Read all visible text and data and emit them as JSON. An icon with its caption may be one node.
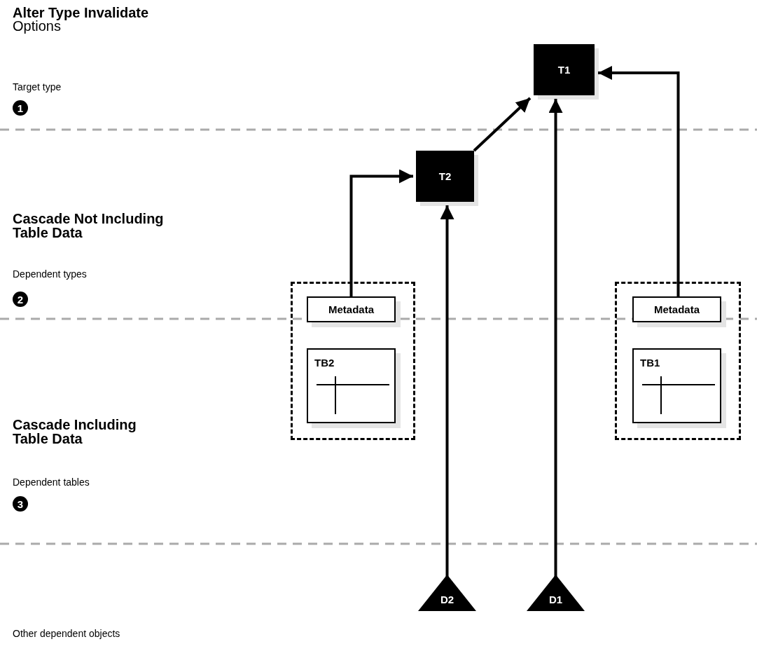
{
  "diagram": {
    "title": "Alter Type Invalidate",
    "nodes": [
      {
        "text": [
          "T1"
        ]
      },
      {
        "text": [
          "T2"
        ]
      },
      {
        "text": [],
        "shape": "box"
      },
      {
        "text": [
          "Metadata"
        ],
        "in": 2
      },
      {
        "text": [
          "TB2"
        ],
        "in": 2
      },
      {
        "text": [],
        "shape": "box"
      },
      {
        "text": [
          "Metadata"
        ],
        "in": 5
      },
      {
        "text": [
          "TB1"
        ],
        "in": 5
      },
      {
        "text": [
          "D2"
        ]
      },
      {
        "text": [
          "D1"
        ]
      }
    ],
    "edges": [
      {
        "from": 1,
        "to": 0,
        "arrow": "to"
      },
      {
        "from": 3,
        "to": 1,
        "arrow": "to"
      },
      {
        "from": 6,
        "to": 0,
        "arrow": "to"
      },
      {
        "from": 8,
        "to": 1,
        "arrow": "to"
      },
      {
        "from": 9,
        "to": 0,
        "arrow": "to"
      }
    ],
    "labels": [
      "Options",
      "Target type",
      "1",
      "Cascade Not Including Table Data",
      "Dependent types",
      "2",
      "Cascade Including Table Data",
      "Dependent tables",
      "3",
      "Other dependent objects"
    ]
  }
}
